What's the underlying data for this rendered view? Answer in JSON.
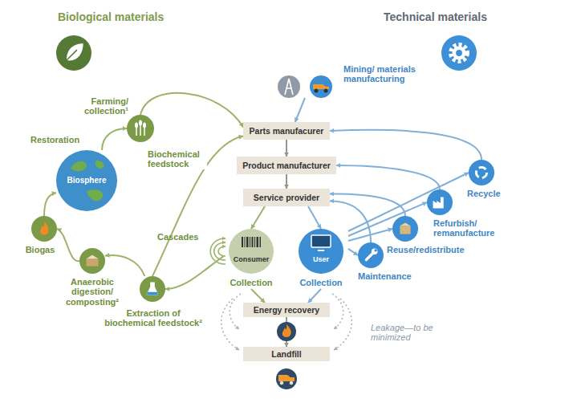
{
  "diagram": {
    "nodes": [
      {
        "text": [
          "Biological materials"
        ]
      },
      {
        "text": [
          "Technical materials"
        ]
      },
      {
        "text": [
          "Mining/ materials manufacturing"
        ]
      },
      {
        "text": [
          "Parts manufacurer"
        ]
      },
      {
        "text": [
          "Product manufacturer"
        ]
      },
      {
        "text": [
          "Service provider"
        ]
      },
      {
        "text": [
          "Farming/ collection¹"
        ]
      },
      {
        "text": [
          "Restoration",
          "Biosphere"
        ]
      },
      {
        "text": [
          "Biogas"
        ]
      },
      {
        "text": [
          "Anaerobic digestion/ composting²"
        ]
      },
      {
        "text": [
          "Extraction of biochemical feedstock²"
        ]
      },
      {
        "text": [
          "Consumer",
          "Collection"
        ]
      },
      {
        "text": [
          "User",
          "Collection"
        ]
      },
      {
        "text": [
          "Maintenance"
        ]
      },
      {
        "text": [
          "Reuse/redistribute"
        ]
      },
      {
        "text": [
          "Refurbish/ remanufacture"
        ]
      },
      {
        "text": [
          "Recycle"
        ]
      },
      {
        "text": [
          "Energy recovery"
        ]
      },
      {
        "text": [
          "Landfill"
        ]
      }
    ],
    "edges": [
      {
        "from": 2,
        "to": 3,
        "arrow": "to"
      },
      {
        "from": 3,
        "to": 4,
        "arrow": "to"
      },
      {
        "from": 4,
        "to": 5,
        "arrow": "to"
      },
      {
        "from": 5,
        "to": 11,
        "arrow": "to"
      },
      {
        "from": 5,
        "to": 12,
        "arrow": "to"
      },
      {
        "from": 7,
        "to": 6,
        "arrow": "to"
      },
      {
        "from": 6,
        "to": 3,
        "arrow": "to"
      },
      {
        "from": 10,
        "to": 3,
        "label": "Biochemical feedstock",
        "arrow": "to"
      },
      {
        "from": 11,
        "to": 10,
        "arrow": "to"
      },
      {
        "from": 10,
        "to": 9,
        "arrow": "to"
      },
      {
        "from": 9,
        "to": 8,
        "arrow": "to"
      },
      {
        "from": 8,
        "to": 7,
        "arrow": "to"
      },
      {
        "from": 12,
        "to": 13,
        "arrow": "to"
      },
      {
        "from": 13,
        "to": 5,
        "arrow": "to"
      },
      {
        "from": 12,
        "to": 14,
        "arrow": "to"
      },
      {
        "from": 14,
        "to": 5,
        "arrow": "to"
      },
      {
        "from": 12,
        "to": 15,
        "arrow": "to"
      },
      {
        "from": 15,
        "to": 4,
        "arrow": "to"
      },
      {
        "from": 12,
        "to": 16,
        "arrow": "to"
      },
      {
        "from": 16,
        "to": 3,
        "arrow": "to"
      },
      {
        "from": 11,
        "to": 17,
        "arrow": "to"
      },
      {
        "from": 12,
        "to": 17,
        "arrow": "to"
      },
      {
        "from": 17,
        "to": 18,
        "arrow": "to"
      }
    ],
    "labels": [
      "Cascades",
      "Leakage—to be minimized"
    ]
  }
}
